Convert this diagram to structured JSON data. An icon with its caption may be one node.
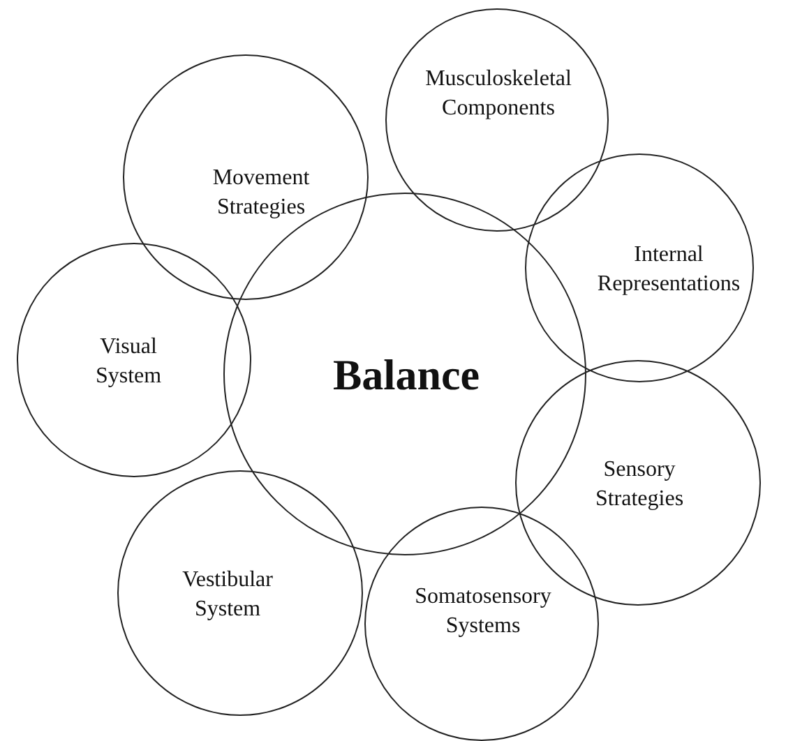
{
  "diagram": {
    "nodes": [
      {
        "text": [
          "Balance"
        ]
      },
      {
        "text": [
          "Movement Strategies"
        ]
      },
      {
        "text": [
          "Musculoskeletal Components"
        ]
      },
      {
        "text": [
          "Internal Representations"
        ]
      },
      {
        "text": [
          "Visual System"
        ]
      },
      {
        "text": [
          "Sensory Strategies"
        ]
      },
      {
        "text": [
          "Vestibular System"
        ]
      },
      {
        "text": [
          "Somatosensory Systems"
        ]
      }
    ],
    "edges": []
  }
}
